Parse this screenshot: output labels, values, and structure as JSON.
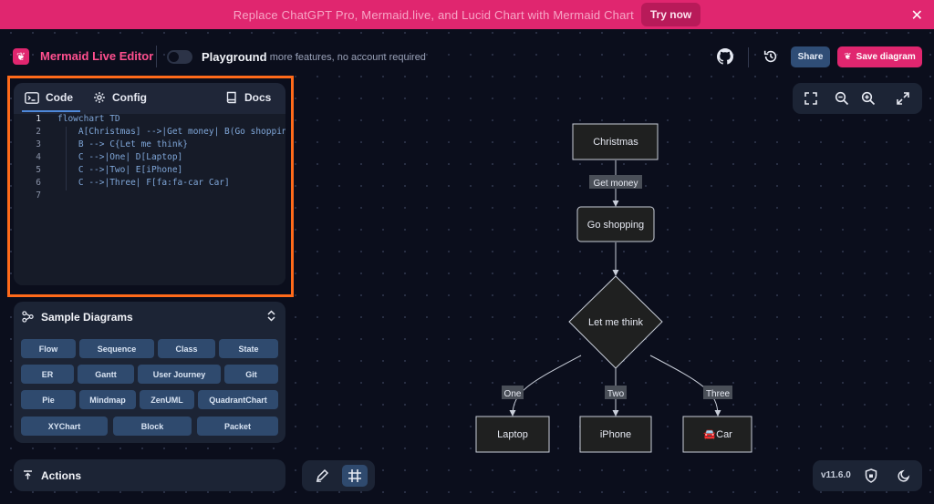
{
  "banner": {
    "text": "Replace ChatGPT Pro, Mermaid.live, and Lucid Chart with Mermaid Chart",
    "cta": "Try now",
    "close": "✕"
  },
  "header": {
    "logo_glyph": "❦",
    "app_title": "Mermaid Live Editor",
    "playground_label": "Playground",
    "playground_sub": "- more features, no account required",
    "share_label": "Share",
    "save_label": "Save diagram"
  },
  "editor": {
    "tabs": {
      "code": "Code",
      "config": "Config",
      "docs": "Docs"
    },
    "line_numbers": [
      "1",
      "2",
      "3",
      "4",
      "5",
      "6",
      "7"
    ],
    "lines": [
      "flowchart TD",
      "    A[Christmas] -->|Get money| B(Go shopping)",
      "    B --> C{Let me think}",
      "    C -->|One| D[Laptop]",
      "    C -->|Two| E[iPhone]",
      "    C -->|Three| F[fa:fa-car Car]",
      ""
    ]
  },
  "samples": {
    "title": "Sample Diagrams",
    "chips": [
      "Flow",
      "Sequence",
      "Class",
      "State",
      "ER",
      "Gantt",
      "User Journey",
      "Git",
      "Pie",
      "Mindmap",
      "ZenUML",
      "QuadrantChart",
      "XYChart",
      "Block",
      "Packet"
    ]
  },
  "actions": {
    "title": "Actions"
  },
  "version": "v11.6.0",
  "diagram": {
    "nodes": {
      "A": "Christmas",
      "B": "Go shopping",
      "C": "Let me think",
      "D": "Laptop",
      "E": "iPhone",
      "F": "Car"
    },
    "edges": {
      "AB": "Get money",
      "CD": "One",
      "CE": "Two",
      "CF": "Three"
    },
    "car_glyph": "🚘"
  },
  "colors": {
    "accent": "#e0266f",
    "share": "#2f4d76",
    "chip": "#2f4a6e",
    "highlight": "#ff6a1a"
  }
}
